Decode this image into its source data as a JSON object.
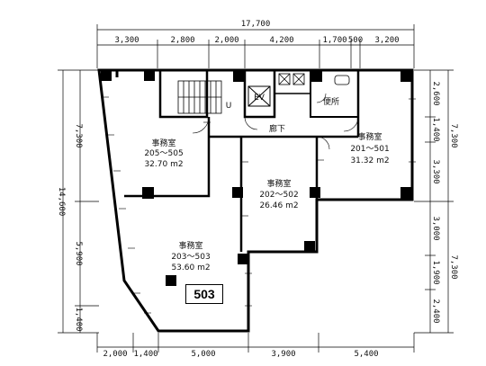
{
  "dimensions": {
    "overall_width": "17,700",
    "top": [
      "3,300",
      "2,800",
      "2,000",
      "4,200",
      "1,700",
      "500",
      "3,200"
    ],
    "bottom": [
      "2,000",
      "1,400",
      "5,000",
      "3,900",
      "5,400"
    ],
    "left_total": "14,600",
    "left_upper": "7,300",
    "left_lower": [
      "5,900",
      "1,400"
    ],
    "right_upper_total": "7,300",
    "right_upper": [
      "2,600",
      "1,400",
      "3,300"
    ],
    "right_lower_total": "7,300",
    "right_lower": [
      "3,000",
      "1,900",
      "2,400"
    ]
  },
  "rooms": {
    "office_nw": {
      "name": "事務室",
      "range": "205～505",
      "area": "32.70 m2"
    },
    "office_ne": {
      "name": "事務室",
      "range": "201～501",
      "area": "31.32 m2"
    },
    "office_c": {
      "name": "事務室",
      "range": "202～502",
      "area": "26.46 m2"
    },
    "office_sw": {
      "name": "事務室",
      "range": "203～503",
      "area": "53.60 m2"
    },
    "corridor": "廊下",
    "toilet": "便所",
    "ev": "EV",
    "stair_mark": "U"
  },
  "unit_label": "503"
}
